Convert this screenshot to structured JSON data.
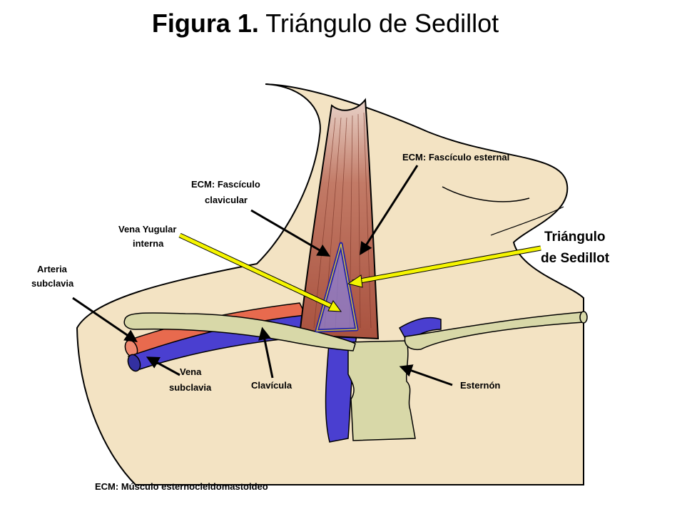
{
  "title": {
    "bold": "Figura 1.",
    "rest": "Triángulo de Sedillot"
  },
  "labels": {
    "ecm_esternal": "ECM: Fascículo esternal",
    "ecm_clavicular_1": "ECM: Fascículo",
    "ecm_clavicular_2": "clavicular",
    "vena_yugular_1": "Vena Yugular",
    "vena_yugular_2": "interna",
    "arteria_1": "Arteria",
    "arteria_2": "subclavia",
    "vena_sub_1": "Vena",
    "vena_sub_2": "subclavia",
    "clavicula": "Clavícula",
    "esternon": "Esternón",
    "triangulo_1": "Triángulo",
    "triangulo_2": "de Sedillot"
  },
  "footnote": "ECM: Músculo esternocleidomastoideo",
  "colors": {
    "skin": "#f3e3c3",
    "muscle": "#b5614e",
    "vein": "#4a3fd0",
    "artery": "#e86a4e",
    "bone": "#d8d8a8",
    "pointer_yellow": "#f5f500",
    "triangle_outline": "#2222aa"
  }
}
